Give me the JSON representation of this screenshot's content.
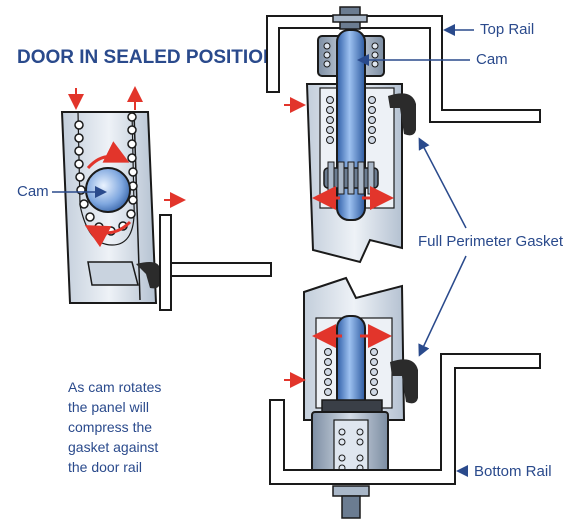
{
  "title": "DOOR IN SEALED POSITION",
  "labels": {
    "top_rail": "Top Rail",
    "cam_top": "Cam",
    "cam_left": "Cam",
    "gasket": "Full Perimeter Gasket",
    "bottom_rail": "Bottom Rail"
  },
  "note_lines": [
    "As cam rotates",
    "the panel will",
    "compress the",
    "gasket against",
    "the door rail"
  ],
  "colors": {
    "title": "#2a4a8c",
    "label": "#2a4a8c",
    "line": "#1a1a1a",
    "metal_light": "#dfe6ef",
    "metal_mid": "#a9b7c8",
    "metal_dark": "#6b7c91",
    "shaft": "#4a79c4",
    "gasket": "#2b2b2b",
    "arrow_red": "#e2352b",
    "leader": "#2a4a8c"
  }
}
